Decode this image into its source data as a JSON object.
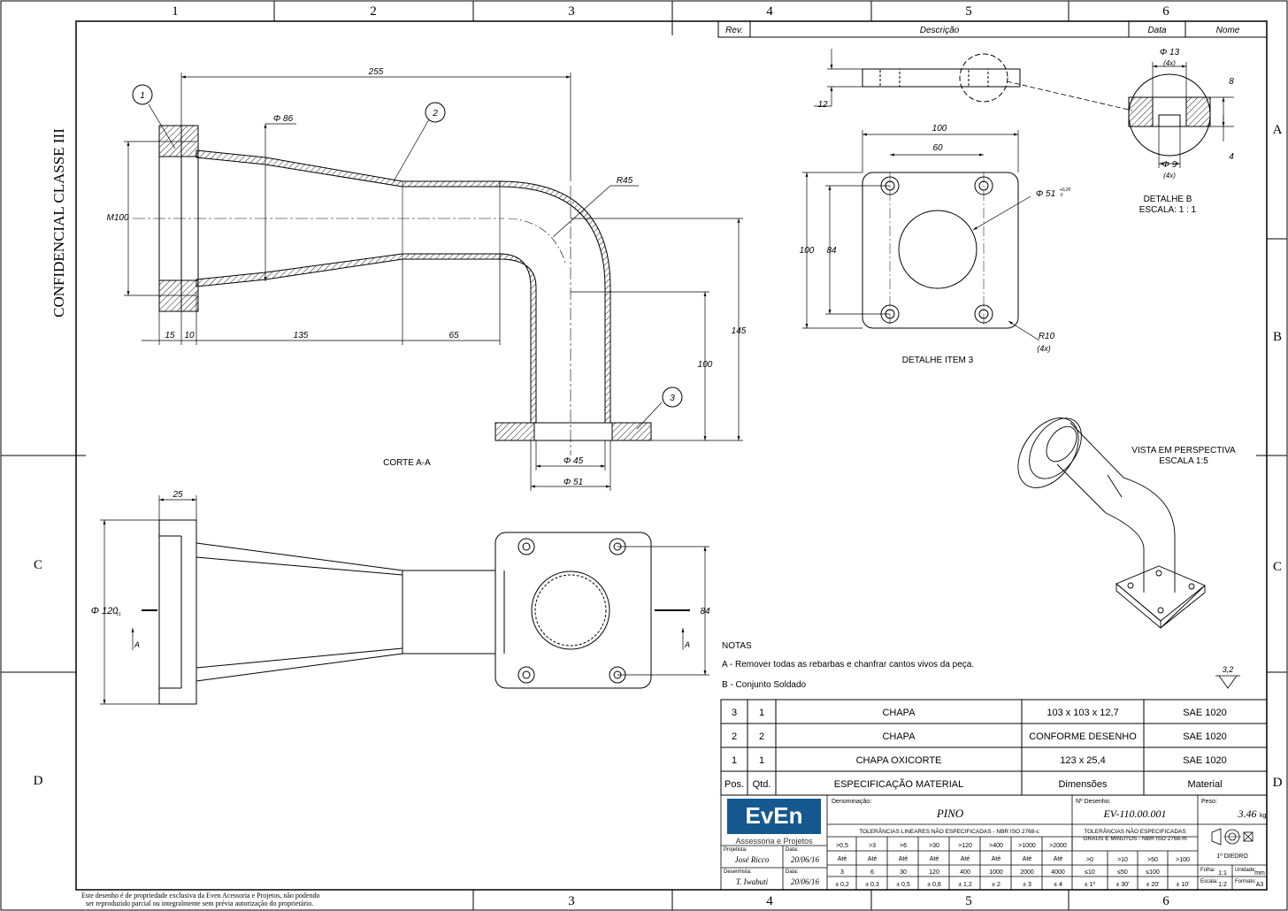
{
  "frame": {
    "cols_top": [
      "1",
      "2",
      "3",
      "4",
      "5",
      "6"
    ],
    "cols_bottom": [
      "3",
      "4",
      "5",
      "6"
    ],
    "rows_left": [
      "C",
      "D"
    ],
    "rows_right": [
      "A",
      "B",
      "C",
      "D"
    ]
  },
  "confidential": "CONFIDENCIAL CLASSE III",
  "revision": {
    "rev": "Rev.",
    "descricao": "Descrição",
    "data": "Data",
    "nome": "Nome"
  },
  "section_view": {
    "title": "CORTE A-A",
    "dims": [
      "255",
      "Φ 86",
      "M100",
      "15",
      "10",
      "135",
      "65",
      "R45",
      "145",
      "100",
      "Φ 45",
      "Φ 51"
    ],
    "balloons": [
      "1",
      "2",
      "3"
    ]
  },
  "plan_view": {
    "dims": [
      "25",
      "Φ 120",
      "84"
    ],
    "section_marks": [
      "A",
      "A"
    ],
    "tol": "±1"
  },
  "detail_item3": {
    "title": "DETALHE ITEM 3",
    "dims": [
      "100",
      "60",
      "Φ 51",
      "100",
      "84",
      "R10",
      "(4x)"
    ],
    "tol_top": "+0,20",
    "tol_bot": "0"
  },
  "detail_b": {
    "title": "DETALHE B",
    "scale": "ESCALA: 1 : 1",
    "dims": [
      "Φ 13",
      "(4x)",
      "8",
      "4",
      "Φ 9",
      "(4x)"
    ]
  },
  "top_detail": {
    "dims": [
      "12"
    ]
  },
  "perspective": {
    "title": "VISTA EM PERSPECTIVA",
    "scale": "ESCALA 1:5"
  },
  "notes": {
    "heading": "NOTAS",
    "items": [
      "A - Remover todas as rebarbas e chanfrar cantos vivos da peça.",
      "B - Conjunto Soldado"
    ],
    "roughness": "3,2"
  },
  "bom": {
    "rows": [
      [
        "3",
        "1",
        "CHAPA",
        "103 x 103 x 12,7",
        "SAE 1020"
      ],
      [
        "2",
        "2",
        "CHAPA",
        "CONFORME DESENHO",
        "SAE 1020"
      ],
      [
        "1",
        "1",
        "CHAPA OXICORTE",
        "123 x 25,4",
        "SAE 1020"
      ]
    ],
    "header": [
      "Pos.",
      "Qtd.",
      "ESPECIFICAÇÃO MATERIAL",
      "Dimensões",
      "Material"
    ]
  },
  "title_block": {
    "logo": "EvEn",
    "logo_sub": "Assessoria e Projetos",
    "denominacao_label": "Denominação:",
    "denominacao": "PINO",
    "ndesenho_label": "Nº Desenho:",
    "ndesenho": "EV-110.00.001",
    "peso_label": "Peso:",
    "peso": "3.46",
    "peso_unit": "kg",
    "tol_linear": "TOLERÂNCIAS LINEARES NÃO ESPECIFICADAS - NBR ISO 2768-c",
    "tol_angular": "TOLERÂNCIAS NÃO ESPECIFICADAS",
    "tol_angular2": "GRAUS E MINUTOS - NBR ISO 2768-m",
    "projetista_label": "Projetista:",
    "projetista": "José Ricco",
    "desenhista_label": "Desenhista:",
    "desenhista": "T. Iwabuti",
    "data_label": "Data:",
    "data1": "20/06/16",
    "data2": "20/06/16",
    "lin_ranges": [
      ">0,5",
      ">3",
      ">6",
      ">30",
      ">120",
      ">400",
      ">1000",
      ">2000"
    ],
    "lin_ate": [
      "Até",
      "Até",
      "Até",
      "Até",
      "Até",
      "Até",
      "Até",
      "Até"
    ],
    "lin_limits": [
      "3",
      "6",
      "30",
      "120",
      "400",
      "1000",
      "2000",
      "4000"
    ],
    "lin_tol": [
      "± 0,2",
      "± 0,3",
      "± 0,5",
      "± 0,8",
      "± 1,2",
      "± 2",
      "± 3",
      "± 4"
    ],
    "ang_ranges": [
      ">0",
      ">10",
      ">50",
      ">100"
    ],
    "ang_limits": [
      "≤10",
      "≤50",
      "≤100",
      ""
    ],
    "ang_tol": [
      "± 1º",
      "± 30'",
      "± 20'",
      "± 10'"
    ],
    "diedro": "1º DIEDRO",
    "folha_label": "Folha:",
    "folha": "1:1",
    "unidade_label": "Unidade:",
    "unidade": "mm",
    "escala_label": "Escala:",
    "escala": "1:2",
    "formato_label": "Formato:",
    "formato": "A3"
  },
  "footer": {
    "line1": "Este desenho é de propriedade exclusiva da Even Acessoria e Projetos, não podendo",
    "line2": "ser reproduzido parcial ou integralmente sem prévia autorização do proprietário."
  }
}
